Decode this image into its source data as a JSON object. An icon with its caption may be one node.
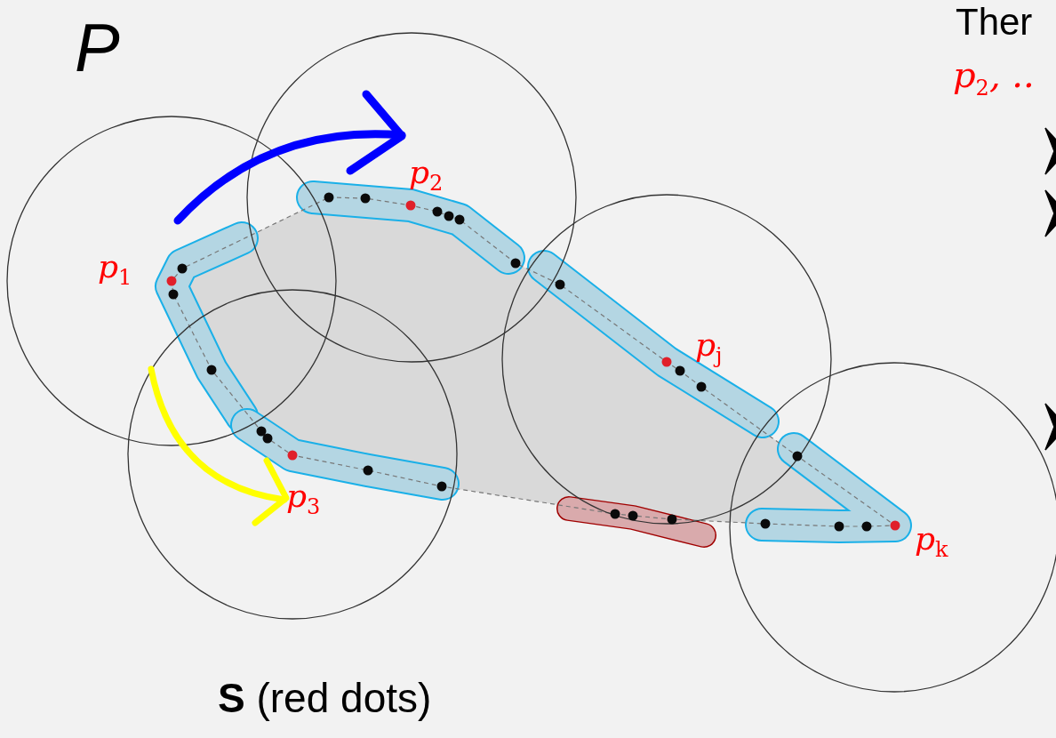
{
  "diagram": {
    "labels": [
      "P",
      "p$_{1}$",
      "p$_{2}$",
      "p$_{3}$",
      "p$_{j}$",
      "p$_{k}$",
      "**S** (red dots)",
      "Ther",
      "p$_{2}$, .."
    ]
  }
}
